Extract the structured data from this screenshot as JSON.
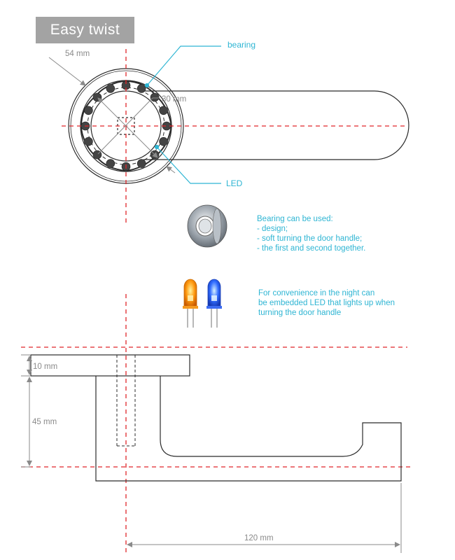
{
  "title": "Easy twist",
  "labels": {
    "bearing": "bearing",
    "led": "LED",
    "dim_54": "54 mm",
    "dim_30": "30 mm",
    "dim_10": "10 mm",
    "dim_45": "45 mm",
    "dim_120": "120 mm"
  },
  "bearing_note": {
    "lines": [
      "Bearing can be used:",
      "- design;",
      "- soft turning the door handle;",
      "- the first and second together."
    ]
  },
  "led_note": {
    "lines": [
      "For convenience in the night can",
      "be embedded LED that lights up when",
      "turning the door handle"
    ]
  },
  "colors": {
    "accent": "#2eb5d3",
    "centerline": "#e0262a",
    "dimension": "#8a8a8a",
    "outline": "#2b2b2b",
    "badge": "#a3a3a3",
    "led_orange": "#ff9a10",
    "led_blue": "#2f6bff"
  }
}
